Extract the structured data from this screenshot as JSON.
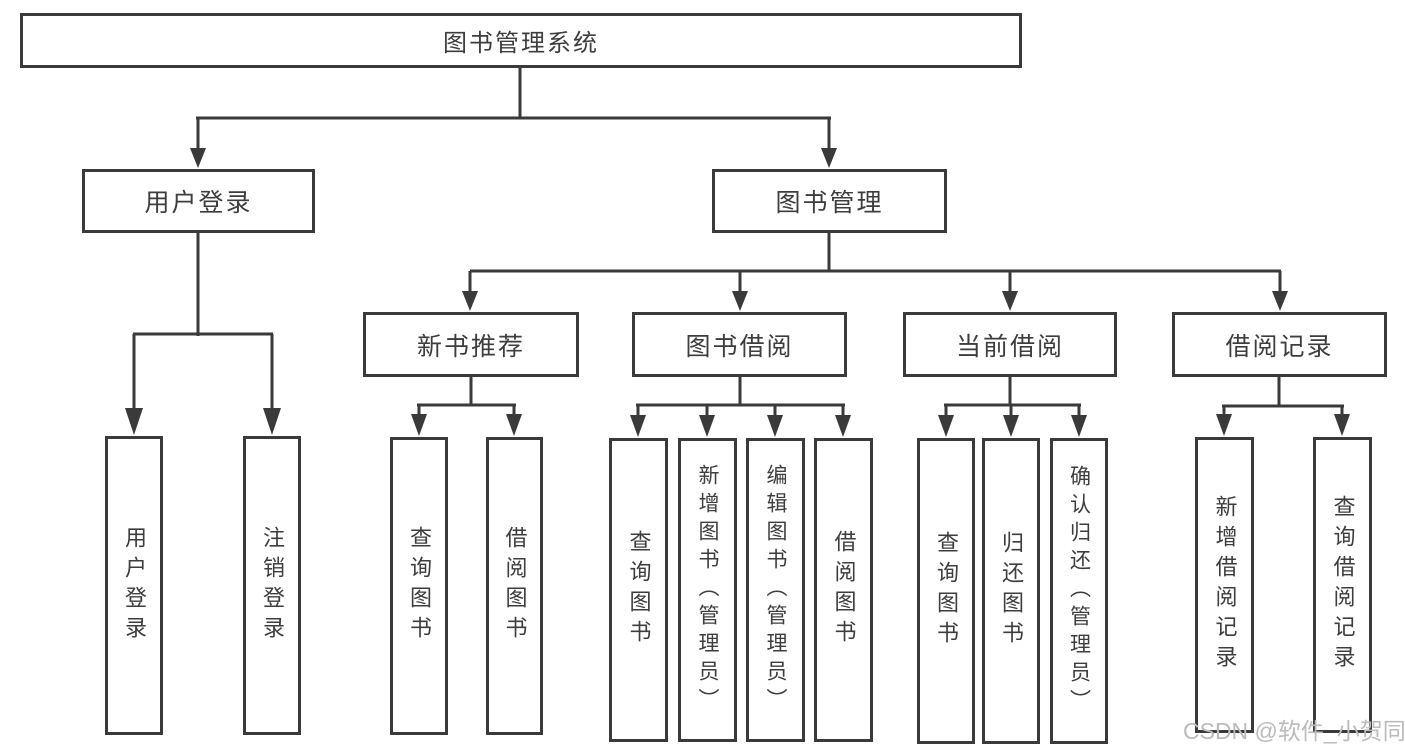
{
  "diagram_title": "图书管理系统",
  "tree": {
    "root": {
      "label": "图书管理系统"
    },
    "branches": [
      {
        "label": "用户登录",
        "children": [
          {
            "label": "用户登录"
          },
          {
            "label": "注销登录"
          }
        ]
      },
      {
        "label": "图书管理",
        "children": [
          {
            "label": "新书推荐",
            "children": [
              {
                "label": "查询图书"
              },
              {
                "label": "借阅图书"
              }
            ]
          },
          {
            "label": "图书借阅",
            "children": [
              {
                "label": "查询图书"
              },
              {
                "label": "新增图书（管理员）"
              },
              {
                "label": "编辑图书（管理员）"
              },
              {
                "label": "借阅图书"
              }
            ]
          },
          {
            "label": "当前借阅",
            "children": [
              {
                "label": "查询图书"
              },
              {
                "label": "归还图书"
              },
              {
                "label": "确认归还（管理员）"
              }
            ]
          },
          {
            "label": "借阅记录",
            "children": [
              {
                "label": "新增借阅记录"
              },
              {
                "label": "查询借阅记录"
              }
            ]
          }
        ]
      }
    ]
  },
  "watermark": {
    "text": "CSDN @软件_小贺同学"
  },
  "colors": {
    "line": "#3a3a3a",
    "text": "#3d3d3d",
    "box_background": "#ffffff",
    "watermark": "#bcbaba",
    "page_background": "#ffffff"
  }
}
